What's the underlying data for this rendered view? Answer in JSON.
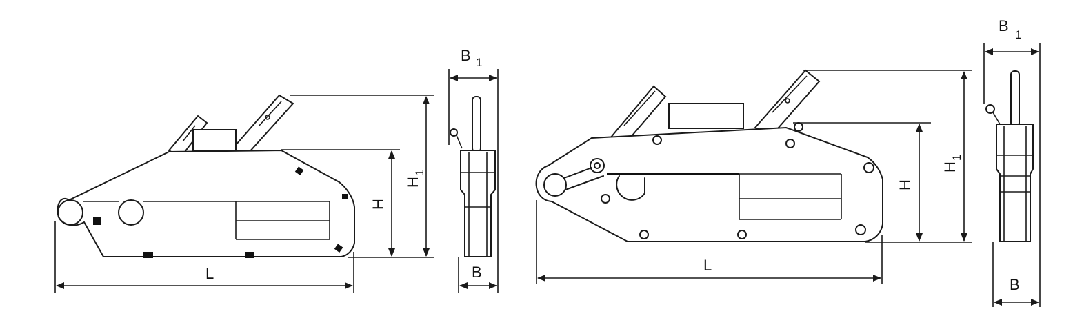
{
  "labels": {
    "L": "L",
    "H": "H",
    "H1_main": "H",
    "H1_sub": "1",
    "B": "B",
    "B1_main": "B",
    "B1_sub": "1"
  },
  "views": [
    "small-tool-side-view",
    "small-tool-end-view",
    "large-tool-side-view",
    "large-tool-end-view"
  ]
}
